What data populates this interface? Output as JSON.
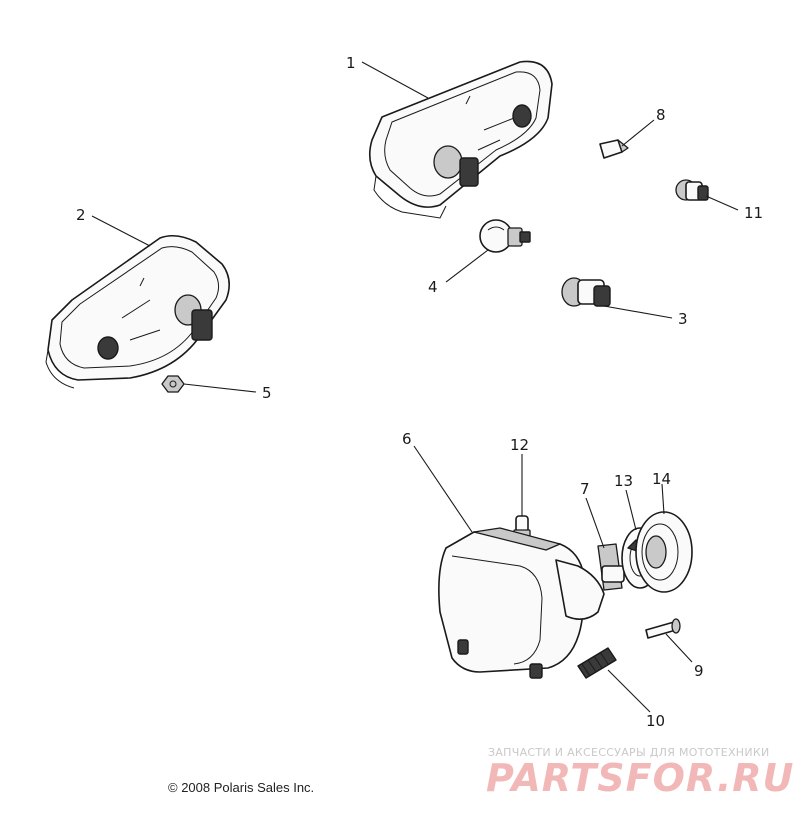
{
  "diagram": {
    "callouts": {
      "c1": "1",
      "c2": "2",
      "c3": "3",
      "c4": "4",
      "c5": "5",
      "c6": "6",
      "c7": "7",
      "c8": "8",
      "c9": "9",
      "c10": "10",
      "c11": "11",
      "c12": "12",
      "c13": "13",
      "c14": "14"
    },
    "copyright": "© 2008 Polaris Sales Inc."
  },
  "watermark": {
    "subtitle": "ЗАПЧАСТИ И АКСЕССУАРЫ ДЛЯ МОТОТЕХНИКИ",
    "logo": "PARTSFOR.RU",
    "color": "#f2b8b8"
  }
}
